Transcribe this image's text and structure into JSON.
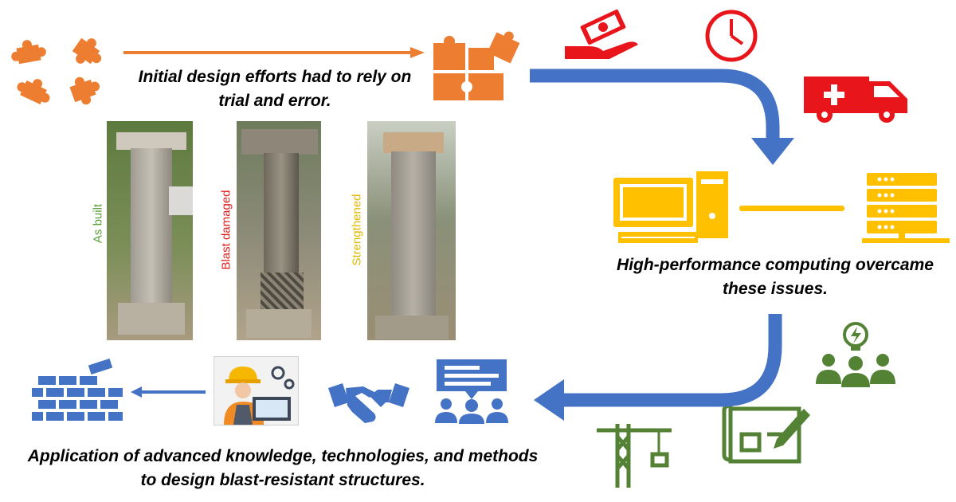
{
  "captions": {
    "top": "Initial design efforts had to rely on trial and error.",
    "middle": "High-performance computing overcame these issues.",
    "bottom": "Application of advanced knowledge, technologies, and methods to design blast-resistant structures."
  },
  "photos": [
    {
      "label": "As built",
      "color": "#5a9e3a"
    },
    {
      "label": "Blast damaged",
      "color": "#e02020"
    },
    {
      "label": "Strengthened",
      "color": "#e6b800"
    }
  ],
  "icons": {
    "puzzle_pieces": "puzzle-pieces-icon",
    "assembled_puzzle": "assembled-puzzle-icon",
    "money": "money-hand-icon",
    "clock": "clock-icon",
    "ambulance": "ambulance-icon",
    "computer": "computer-icon",
    "server": "server-icon",
    "idea_team": "idea-team-icon",
    "blueprint": "blueprint-icon",
    "crane": "crane-icon",
    "presentation": "presentation-team-icon",
    "handshake": "handshake-icon",
    "engineer": "engineer-icon",
    "brick_wall": "brick-wall-icon"
  },
  "colors": {
    "orange": "#ed7d31",
    "blue": "#4472c4",
    "red": "#e8151b",
    "yellow": "#ffc000",
    "green": "#548235"
  }
}
